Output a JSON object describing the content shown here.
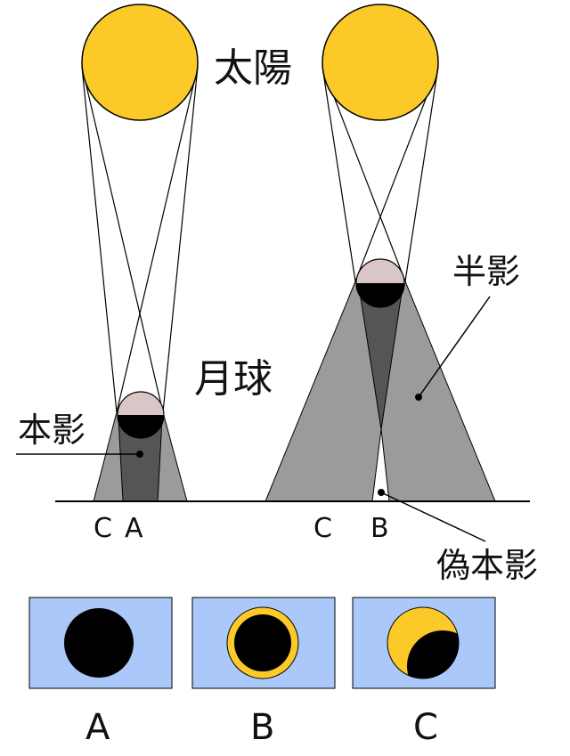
{
  "labels": {
    "sun": "太陽",
    "moon": "月球",
    "umbra": "本影",
    "penumbra": "半影",
    "antumbra": "偽本影",
    "ground_left_c": "C",
    "ground_left_a": "A",
    "ground_right_c": "C",
    "ground_right_b": "B",
    "panel_a": "A",
    "panel_b": "B",
    "panel_c": "C"
  },
  "colors": {
    "sun": "#fcca28",
    "moon_lit": "#d9c7c7",
    "moon_dark": "#000000",
    "penumbra": "#9b9b9b",
    "umbra": "#555555",
    "panel_sky": "#abc8fa",
    "line": "#000000"
  }
}
